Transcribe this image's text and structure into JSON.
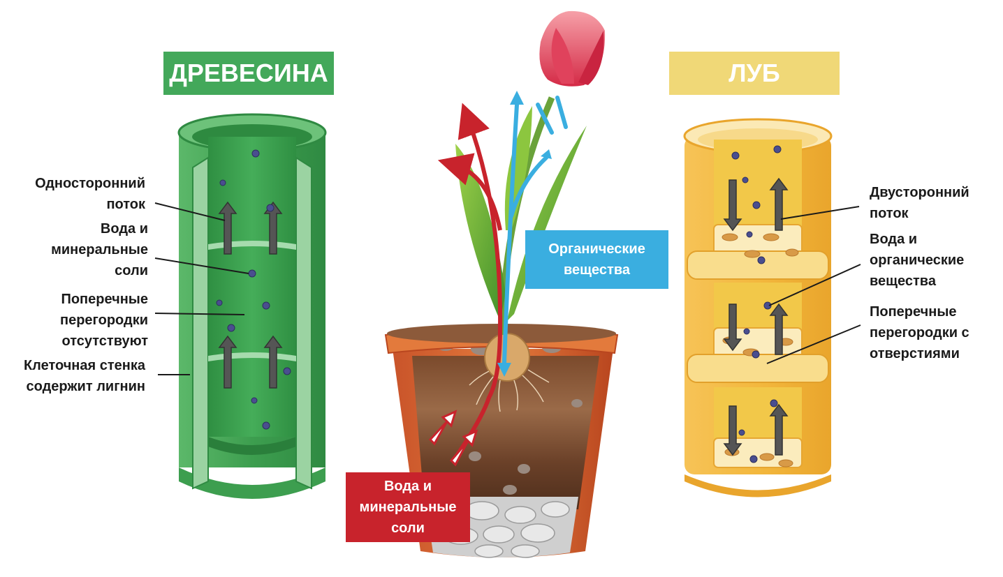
{
  "xylem": {
    "title": "ДРЕВЕСИНА",
    "title_color": "#43a85a",
    "labels": {
      "flow": "Односторонний\nпоток",
      "particles": "Вода и\nминеральные\nсоли",
      "walls": "Поперечные\nперегородки\nотсутствуют",
      "lignin": "Клеточная стенка\nсодержит лигнин"
    }
  },
  "phloem": {
    "title": "ЛУБ",
    "title_color": "#f0d877",
    "labels": {
      "flow": "Двусторонний\nпоток",
      "particles": "Вода и\nорганические\nвещества",
      "plates": "Поперечные\nперегородки с\nотверстиями"
    }
  },
  "plant": {
    "organic_tag": "Органические\nвещества",
    "organic_color": "#3aaee0",
    "water_tag": "Вода и\nминеральные\nсоли",
    "water_color": "#c8232c"
  },
  "icons": [
    "xylem-vessel-icon",
    "phloem-tube-icon",
    "tulip-in-pot-icon",
    "flow-arrow-icon"
  ]
}
